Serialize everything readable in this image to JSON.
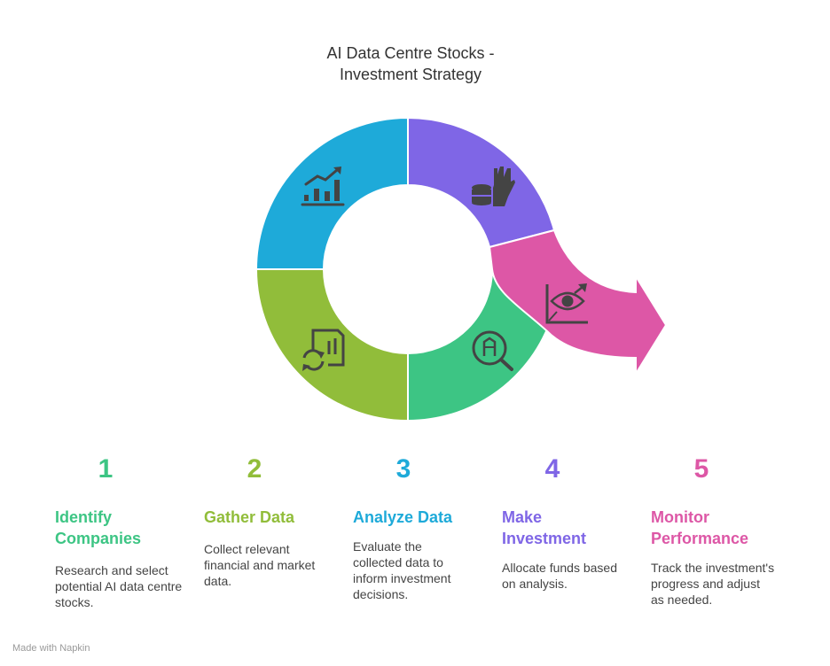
{
  "title_line1": "AI Data Centre Stocks -",
  "title_line2": "Investment Strategy",
  "colors": {
    "identify": "#3dc584",
    "gather": "#91bd3a",
    "analyze": "#1eaad9",
    "invest": "#7f66e6",
    "monitor": "#dd57a6",
    "icon": "#444444"
  },
  "steps": [
    {
      "number": "1",
      "title": "Identify Companies",
      "description": "Research and select potential AI data centre stocks.",
      "icon": "magnifier-building-icon"
    },
    {
      "number": "2",
      "title": "Gather Data",
      "description": "Collect relevant financial and market data.",
      "icon": "document-refresh-icon"
    },
    {
      "number": "3",
      "title": "Analyze Data",
      "description": "Evaluate the collected data to inform investment decisions.",
      "icon": "trending-chart-icon"
    },
    {
      "number": "4",
      "title": "Make Investment",
      "description": "Allocate funds based on analysis.",
      "icon": "coins-hand-icon"
    },
    {
      "number": "5",
      "title": "Monitor Performance",
      "description": "Track the investment's progress and adjust as needed.",
      "icon": "eye-chart-icon"
    }
  ],
  "footer": "Made with Napkin"
}
